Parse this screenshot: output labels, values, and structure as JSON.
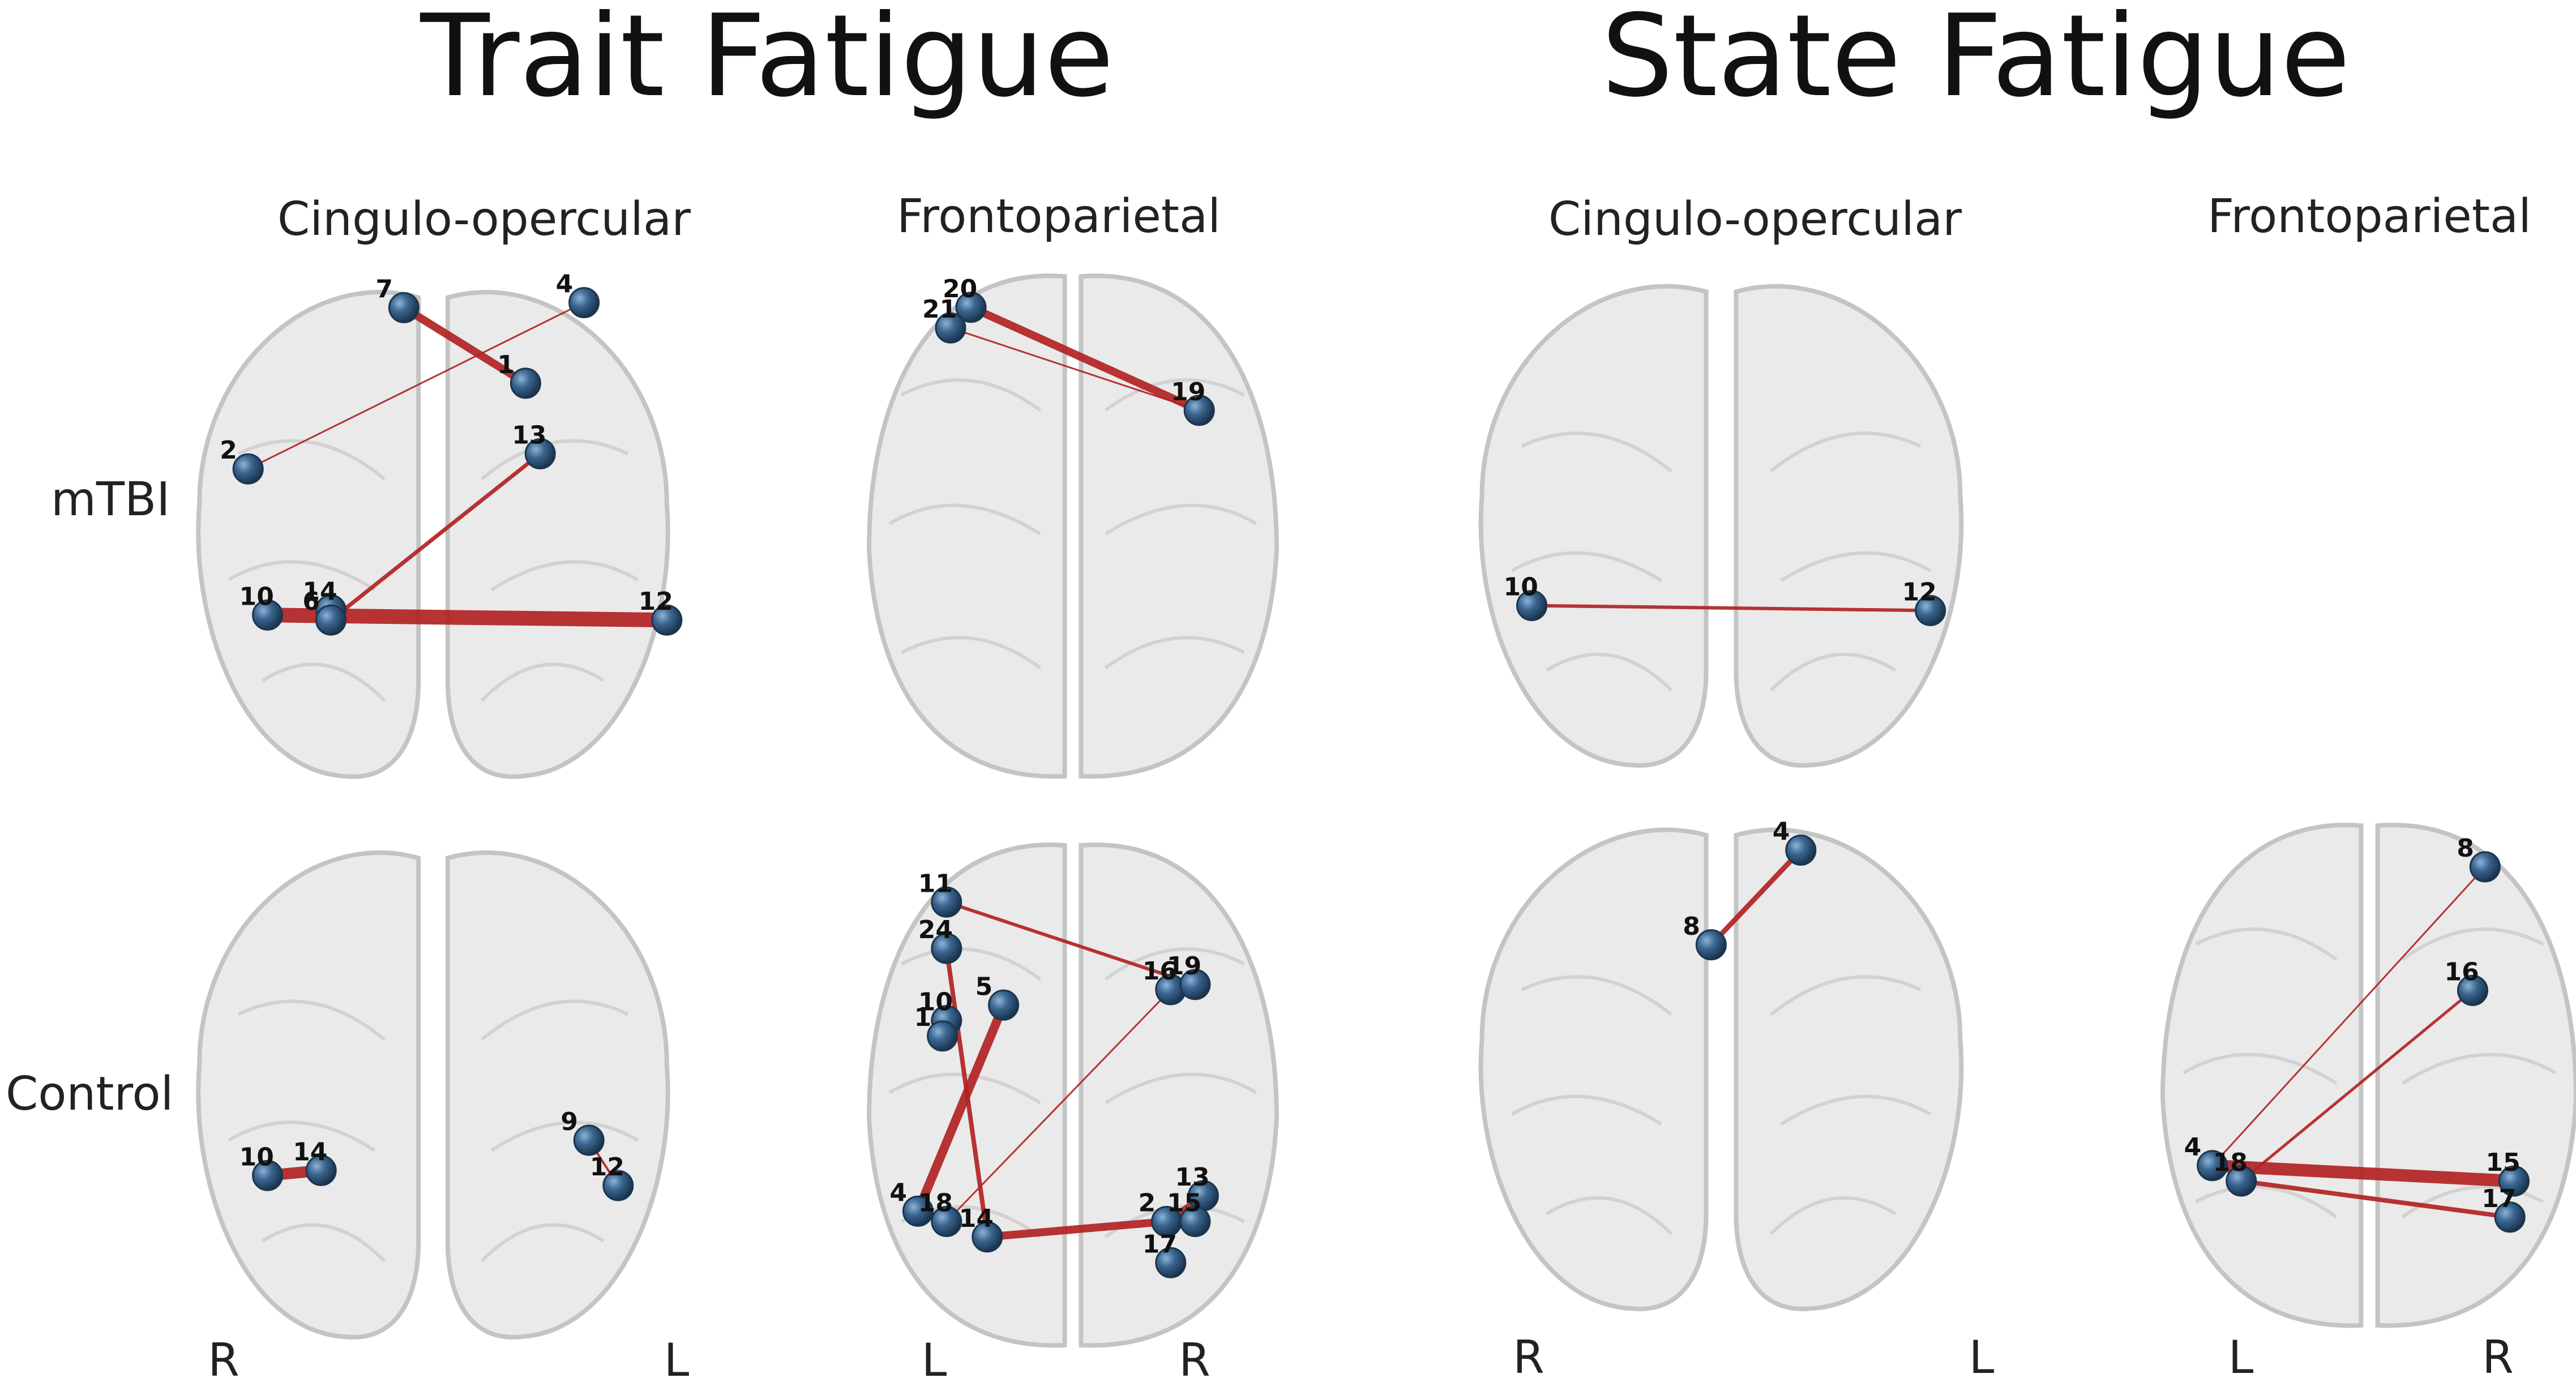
{
  "titles": {
    "trait": "Trait Fatigue",
    "state": "State Fatigue"
  },
  "columns": {
    "trait_co": "Cingulo-opercular",
    "trait_fp": "Frontoparietal",
    "state_co": "Cingulo-opercular",
    "state_fp": "Frontoparietal"
  },
  "rows": {
    "mtbi": "mTBI",
    "control": "Control"
  },
  "orientation": {
    "trait_co": {
      "left": "R",
      "right": "L"
    },
    "trait_fp": {
      "left": "L",
      "right": "R"
    },
    "state_co": {
      "left": "R",
      "right": "L"
    },
    "state_fp": {
      "left": "L",
      "right": "R"
    }
  },
  "colors": {
    "edge": "#b22222",
    "node": "#2f5577",
    "brain": "#d9d9d9"
  },
  "panels": [
    {
      "id": "trait-co-mtbi",
      "view": "coronal",
      "nodes": [
        {
          "id": "7",
          "u": 0.44,
          "v": 0.06
        },
        {
          "id": "4",
          "u": 0.81,
          "v": 0.05
        },
        {
          "id": "1",
          "u": 0.69,
          "v": 0.21
        },
        {
          "id": "2",
          "u": 0.12,
          "v": 0.38
        },
        {
          "id": "13",
          "u": 0.72,
          "v": 0.35
        },
        {
          "id": "10",
          "u": 0.16,
          "v": 0.67
        },
        {
          "id": "14",
          "u": 0.29,
          "v": 0.66
        },
        {
          "id": "6",
          "u": 0.29,
          "v": 0.68
        },
        {
          "id": "12",
          "u": 0.98,
          "v": 0.68
        }
      ],
      "edges": [
        {
          "a": "7",
          "b": "1",
          "w": 14
        },
        {
          "a": "4",
          "b": "2",
          "w": 3
        },
        {
          "a": "13",
          "b": "6",
          "w": 7
        },
        {
          "a": "10",
          "b": "12",
          "w": 26
        }
      ]
    },
    {
      "id": "trait-fp-mtbi",
      "view": "axial",
      "nodes": [
        {
          "id": "20",
          "u": 0.25,
          "v": 0.08
        },
        {
          "id": "21",
          "u": 0.2,
          "v": 0.12
        },
        {
          "id": "19",
          "u": 0.81,
          "v": 0.28
        }
      ],
      "edges": [
        {
          "a": "20",
          "b": "19",
          "w": 14
        },
        {
          "a": "21",
          "b": "19",
          "w": 3
        }
      ]
    },
    {
      "id": "state-co-mtbi",
      "view": "coronal",
      "nodes": [
        {
          "id": "10",
          "u": 0.12,
          "v": 0.67
        },
        {
          "id": "12",
          "u": 0.92,
          "v": 0.68
        }
      ],
      "edges": [
        {
          "a": "10",
          "b": "12",
          "w": 6
        }
      ]
    },
    {
      "id": "trait-co-control",
      "view": "coronal",
      "nodes": [
        {
          "id": "10",
          "u": 0.16,
          "v": 0.67
        },
        {
          "id": "14",
          "u": 0.27,
          "v": 0.66
        },
        {
          "id": "9",
          "u": 0.82,
          "v": 0.6
        },
        {
          "id": "12",
          "u": 0.88,
          "v": 0.69
        }
      ],
      "edges": [
        {
          "a": "10",
          "b": "14",
          "w": 20
        },
        {
          "a": "9",
          "b": "12",
          "w": 4
        }
      ]
    },
    {
      "id": "trait-fp-control",
      "view": "axial",
      "nodes": [
        {
          "id": "11",
          "u": 0.19,
          "v": 0.13
        },
        {
          "id": "24",
          "u": 0.19,
          "v": 0.22
        },
        {
          "id": "5",
          "u": 0.33,
          "v": 0.33
        },
        {
          "id": "10",
          "u": 0.19,
          "v": 0.36
        },
        {
          "id": "1",
          "u": 0.18,
          "v": 0.39
        },
        {
          "id": "16",
          "u": 0.74,
          "v": 0.3
        },
        {
          "id": "19",
          "u": 0.8,
          "v": 0.29
        },
        {
          "id": "4",
          "u": 0.12,
          "v": 0.73
        },
        {
          "id": "18",
          "u": 0.19,
          "v": 0.75
        },
        {
          "id": "14",
          "u": 0.29,
          "v": 0.78
        },
        {
          "id": "2",
          "u": 0.73,
          "v": 0.75
        },
        {
          "id": "13",
          "u": 0.82,
          "v": 0.7
        },
        {
          "id": "15",
          "u": 0.8,
          "v": 0.75
        },
        {
          "id": "17",
          "u": 0.74,
          "v": 0.83
        }
      ],
      "edges": [
        {
          "a": "11",
          "b": "19",
          "w": 6
        },
        {
          "a": "24",
          "b": "14",
          "w": 8
        },
        {
          "a": "5",
          "b": "4",
          "w": 16
        },
        {
          "a": "16",
          "b": "18",
          "w": 3
        },
        {
          "a": "14",
          "b": "2",
          "w": 14
        },
        {
          "a": "2",
          "b": "13",
          "w": 10
        },
        {
          "a": "2",
          "b": "15",
          "w": 6
        }
      ]
    },
    {
      "id": "state-co-control",
      "view": "coronal",
      "nodes": [
        {
          "id": "8",
          "u": 0.48,
          "v": 0.26
        },
        {
          "id": "4",
          "u": 0.66,
          "v": 0.07
        }
      ],
      "edges": [
        {
          "a": "8",
          "b": "4",
          "w": 9
        }
      ]
    },
    {
      "id": "state-fp-control",
      "view": "axial",
      "nodes": [
        {
          "id": "8",
          "u": 0.78,
          "v": 0.1
        },
        {
          "id": "16",
          "u": 0.75,
          "v": 0.34
        },
        {
          "id": "4",
          "u": 0.12,
          "v": 0.68
        },
        {
          "id": "18",
          "u": 0.19,
          "v": 0.71
        },
        {
          "id": "15",
          "u": 0.85,
          "v": 0.71
        },
        {
          "id": "17",
          "u": 0.84,
          "v": 0.78
        }
      ],
      "edges": [
        {
          "a": "8",
          "b": "4",
          "w": 3
        },
        {
          "a": "16",
          "b": "18",
          "w": 5
        },
        {
          "a": "4",
          "b": "15",
          "w": 22
        },
        {
          "a": "18",
          "b": "17",
          "w": 8
        }
      ]
    }
  ]
}
